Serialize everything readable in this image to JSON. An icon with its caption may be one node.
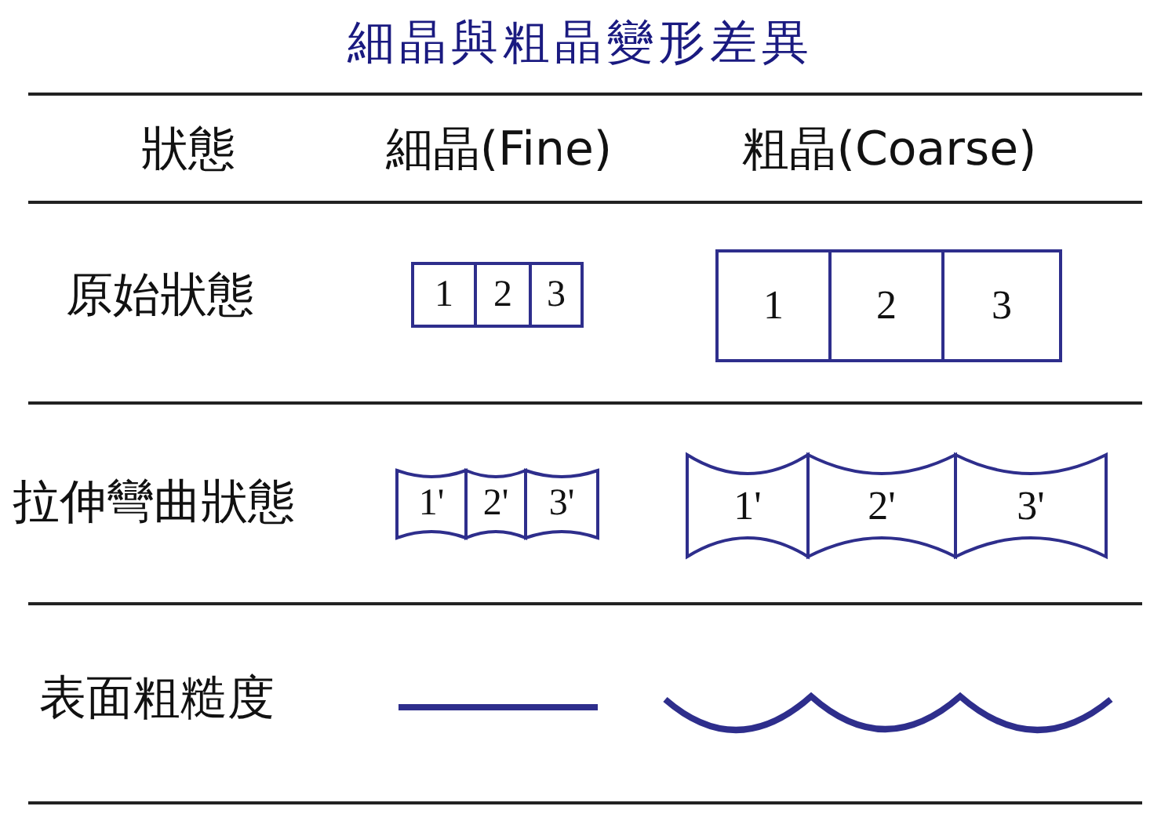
{
  "diagram": {
    "title": "細晶與粗晶變形差異",
    "nodes": [
      {
        "text": [
          "1"
        ]
      },
      {
        "text": [
          "2"
        ]
      },
      {
        "text": [
          "3"
        ]
      },
      {
        "text": [
          "1"
        ]
      },
      {
        "text": [
          "2"
        ]
      },
      {
        "text": [
          "3"
        ]
      },
      {
        "text": [
          "1'"
        ]
      },
      {
        "text": [
          "2'"
        ]
      },
      {
        "text": [
          "3'"
        ]
      },
      {
        "text": [
          "1'"
        ]
      },
      {
        "text": [
          "2'"
        ]
      },
      {
        "text": [
          "3'"
        ]
      }
    ],
    "labels": [
      "狀態",
      "細晶(Fine)",
      "粗晶(Coarse)",
      "原始狀態",
      "拉伸彎曲狀態",
      "表面粗糙度"
    ]
  }
}
